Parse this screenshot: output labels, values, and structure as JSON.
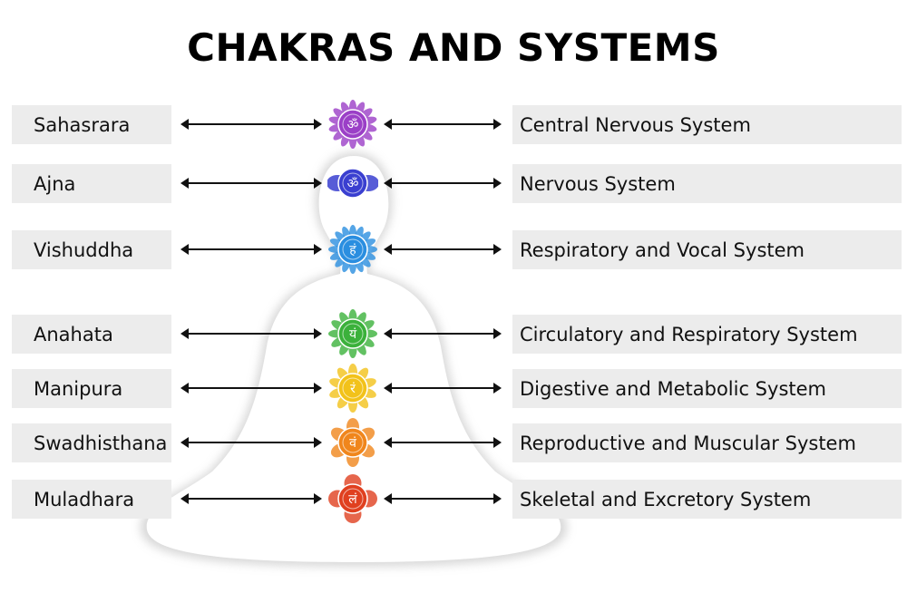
{
  "title": "CHAKRAS AND SYSTEMS",
  "rows": [
    {
      "chakra": "Sahasrara",
      "system": "Central Nervous System",
      "color": "#9b3fc7",
      "symbol": "ॐ",
      "petals": 14
    },
    {
      "chakra": "Ajna",
      "system": "Nervous System",
      "color": "#3a3fd0",
      "symbol": "ॐ",
      "petals": 2
    },
    {
      "chakra": "Vishuddha",
      "system": "Respiratory and Vocal System",
      "color": "#2a8ee0",
      "symbol": "हं",
      "petals": 16
    },
    {
      "chakra": "Anahata",
      "system": "Circulatory and Respiratory System",
      "color": "#3bb13b",
      "symbol": "यं",
      "petals": 12
    },
    {
      "chakra": "Manipura",
      "system": "Digestive and Metabolic System",
      "color": "#f2c21a",
      "symbol": "रं",
      "petals": 10
    },
    {
      "chakra": "Swadhisthana",
      "system": "Reproductive and Muscular System",
      "color": "#f0861c",
      "symbol": "वं",
      "petals": 6
    },
    {
      "chakra": "Muladhara",
      "system": "Skeletal and Excretory System",
      "color": "#e0401f",
      "symbol": "लं",
      "petals": 4
    }
  ]
}
